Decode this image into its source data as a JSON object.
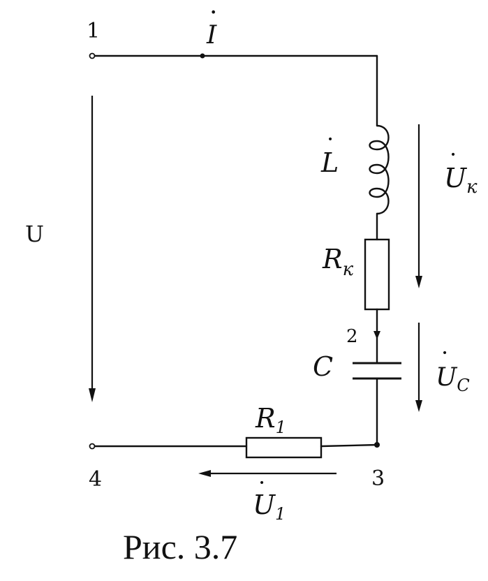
{
  "diagram": {
    "nodes": {
      "n1": "1",
      "n2": "2",
      "n3": "3",
      "n4": "4"
    },
    "current_label": "I",
    "voltage_total_label": "U",
    "inductor_label": "L",
    "coil_resistance_label": "R",
    "coil_resistance_sub": "к",
    "coil_voltage_label": "U",
    "coil_voltage_sub": "к",
    "capacitor_label": "C",
    "capacitor_voltage_label": "U",
    "capacitor_voltage_sub": "C",
    "resistor1_label": "R",
    "resistor1_sub": "1",
    "resistor1_voltage_label": "U",
    "resistor1_voltage_sub": "1",
    "phasor_mark": "·"
  },
  "caption": "Рис. 3.7"
}
